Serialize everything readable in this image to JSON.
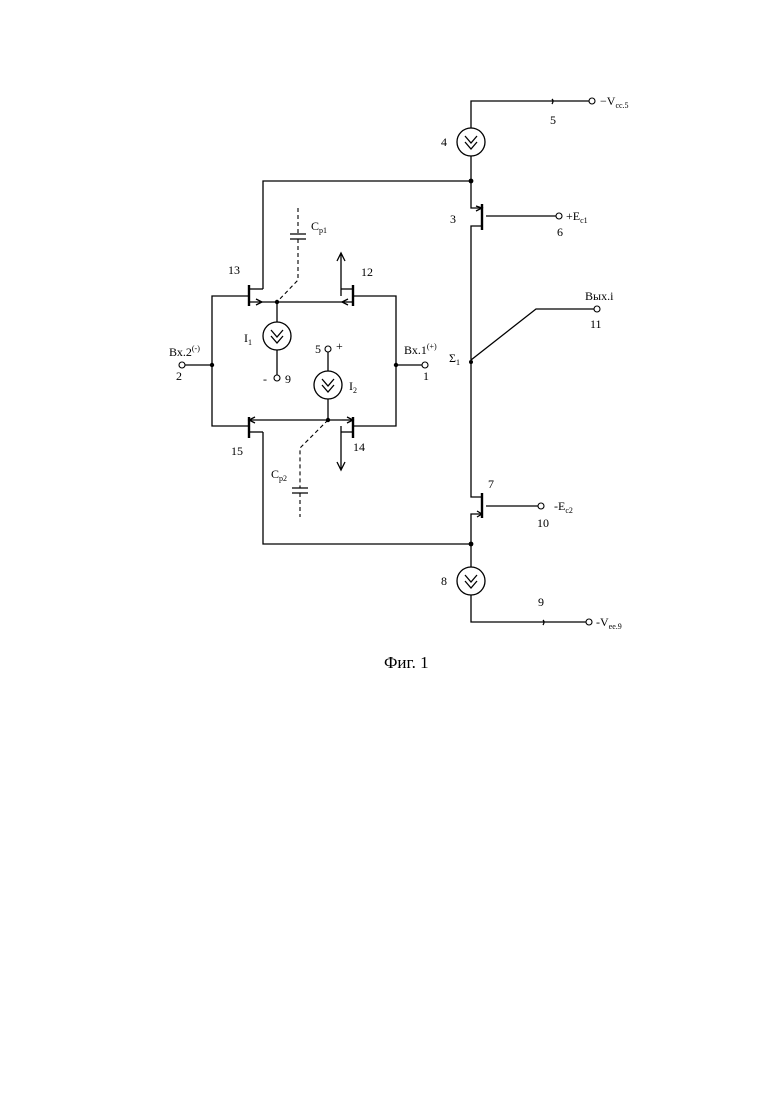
{
  "figure": {
    "caption": "Фиг. 1",
    "labels": {
      "vcc5_prefix": "−V",
      "vcc5_sub": "cc.5",
      "n5": "5",
      "n4": "4",
      "n3": "3",
      "ec1_prefix": "+E",
      "ec1_sub": "c1",
      "n6": "6",
      "out_main": "Вых.i",
      "n11": "11",
      "sigma": "Σ",
      "sigma_sub": "1",
      "n7": "7",
      "ec2_prefix": "-E",
      "ec2_sub": "c2",
      "n10": "10",
      "n8": "8",
      "n9_bottom": "9",
      "vee9_prefix": "-V",
      "vee9_sub": "ee.9",
      "cp1_main": "C",
      "cp1_sub": "p1",
      "cp2_main": "C",
      "cp2_sub": "p2",
      "n13": "13",
      "n12": "12",
      "n15": "15",
      "n14": "14",
      "in2_main": "Вх.2",
      "in2_sup": "(-)",
      "n2": "2",
      "in1_main": "Вх.1",
      "in1_sup": "(+)",
      "n1": "1",
      "i1_main": "I",
      "i1_sub": "1",
      "i2_main": "I",
      "i2_sub": "2",
      "minus": "-",
      "n9_i1": "9",
      "n5_i2": "5",
      "plus": "+"
    }
  }
}
